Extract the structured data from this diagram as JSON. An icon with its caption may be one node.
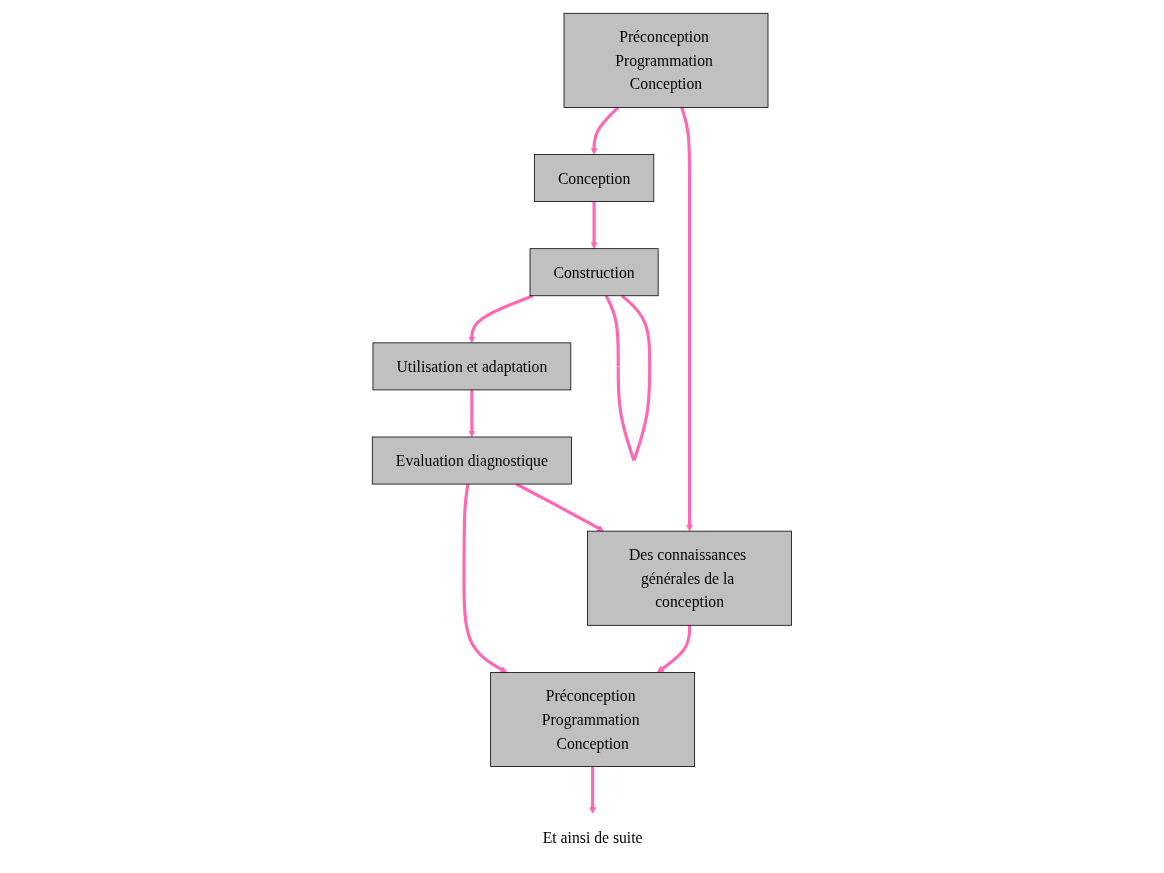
{
  "diagram": {
    "nodes": [
      {
        "text": [
          "Des connaissances générales de la conception"
        ]
      },
      {
        "text": [
          "Evaluation diagnostique"
        ]
      },
      {
        "text": [
          "Préconception Programmation Conception"
        ]
      },
      {
        "text": [
          "Préconception Programmation Conception"
        ]
      },
      {
        "text": [
          "Utilisation et adaptation"
        ]
      },
      {
        "text": [
          "Conception"
        ]
      },
      {
        "text": [
          "Construction"
        ]
      },
      {
        "text": [
          "Et ainsi de suite"
        ]
      }
    ],
    "edges": [
      {
        "from": 1,
        "to": 0,
        "arrow": "to"
      },
      {
        "from": 1,
        "to": 3,
        "arrow": "to"
      },
      {
        "from": 0,
        "to": 3,
        "arrow": "to"
      },
      {
        "from": 2,
        "to": 0,
        "arrow": "to"
      },
      {
        "from": 2,
        "to": 5,
        "arrow": "to"
      },
      {
        "from": 5,
        "to": 6,
        "arrow": "to"
      },
      {
        "from": 6,
        "to": 6,
        "arrow": "none"
      },
      {
        "from": 6,
        "to": 4,
        "arrow": "to"
      },
      {
        "from": 4,
        "to": 1,
        "arrow": "to"
      },
      {
        "from": 3,
        "to": 7,
        "arrow": "to"
      }
    ]
  }
}
